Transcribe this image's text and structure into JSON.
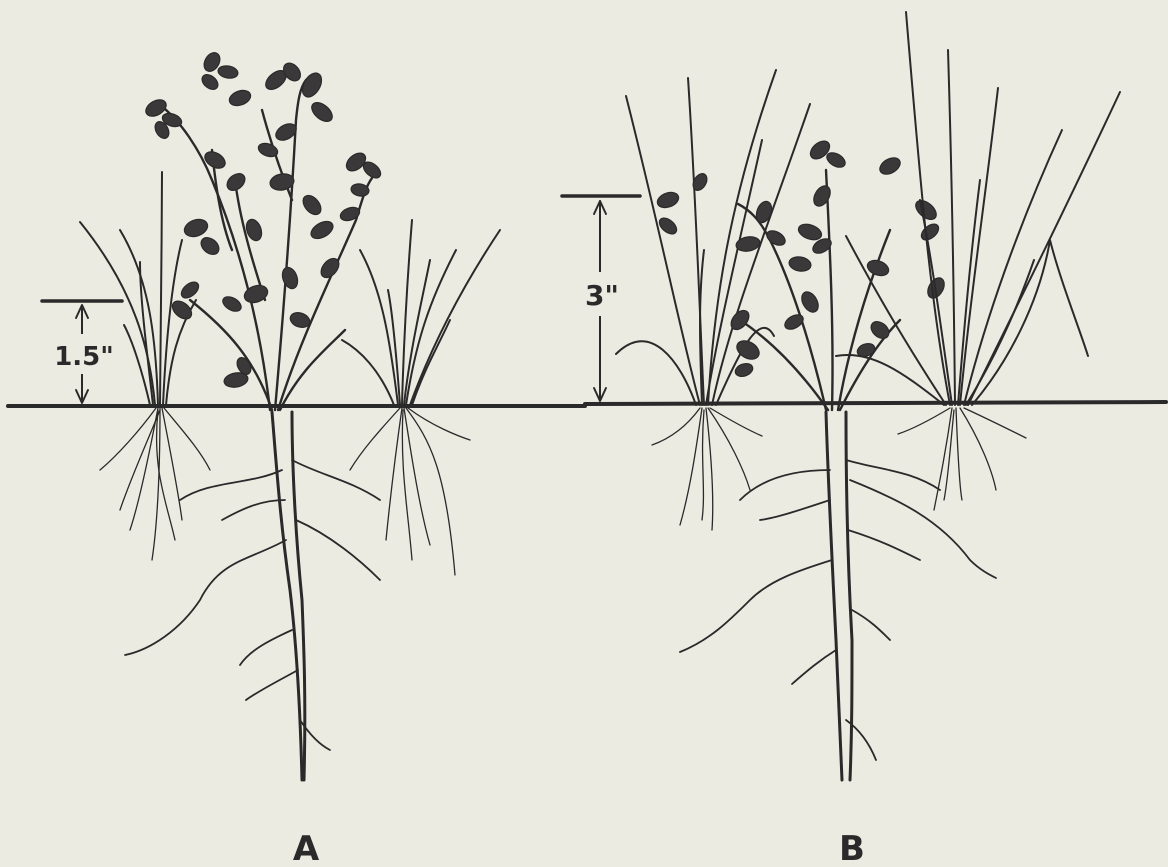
{
  "panels": [
    {
      "id": "A",
      "label": "A",
      "height_label": "1.5\""
    },
    {
      "id": "B",
      "label": "B",
      "height_label": "3\""
    }
  ],
  "colors": {
    "paper": "#ecebe2",
    "ink": "#2b2a2a"
  }
}
